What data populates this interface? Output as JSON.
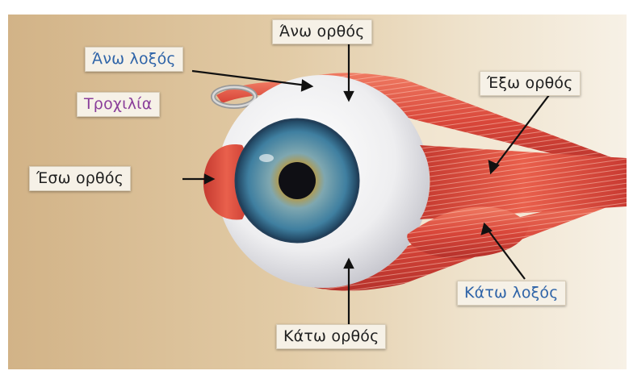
{
  "diagram": {
    "labels": {
      "ano_orthos": "Άνω ορθός",
      "ano_loxos": "Άνω λοξός",
      "trochilia": "Τροχιλία",
      "exo_orthos": "Έξω ορθός",
      "eso_orthos": "Έσω ορθός",
      "kato_loxos": "Κάτω λοξός",
      "kato_orthos": "Κάτω ορθός"
    },
    "colors": {
      "label_dark": "#1f1f1f",
      "label_blue": "#2f64a8",
      "label_purple": "#8a3e9a",
      "muscle": "#d9473a",
      "iris": "#3f7fa0",
      "background_tan": "#d9bf96"
    }
  }
}
